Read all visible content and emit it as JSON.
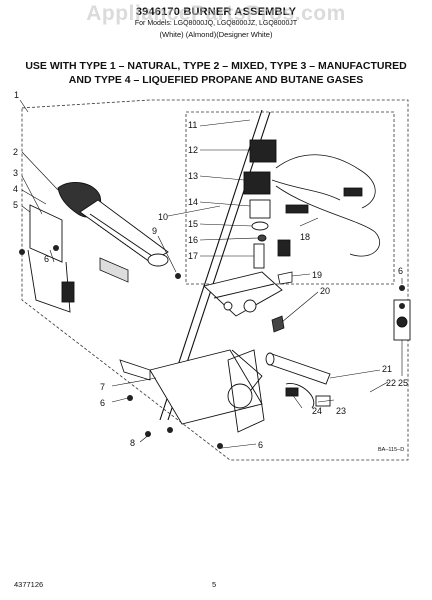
{
  "header": {
    "title": "3946170 BURNER ASSEMBLY",
    "models": "For Models: LGQ8000JQ, LGQ8000JZ, LGQ8000JT",
    "colors": "(White)     (Almond)(Designer White)"
  },
  "watermark": "AppliancePartsPros.com",
  "usage": {
    "line1": "USE WITH TYPE 1 – NATURAL, TYPE 2 – MIXED, TYPE 3 – MANUFACTURED",
    "line2": "AND TYPE 4 – LIQUEFIED PROPANE AND BUTANE GASES"
  },
  "callouts": [
    "1",
    "2",
    "3",
    "4",
    "5",
    "6",
    "7",
    "6",
    "8",
    "9",
    "10",
    "11",
    "12",
    "13",
    "14",
    "15",
    "16",
    "17",
    "18",
    "19",
    "20",
    "21",
    "22",
    "23",
    "24",
    "25",
    "6",
    "6"
  ],
  "footer": {
    "diagram_code": "BA–115–D",
    "part_number": "4377126",
    "page_number": "5"
  }
}
